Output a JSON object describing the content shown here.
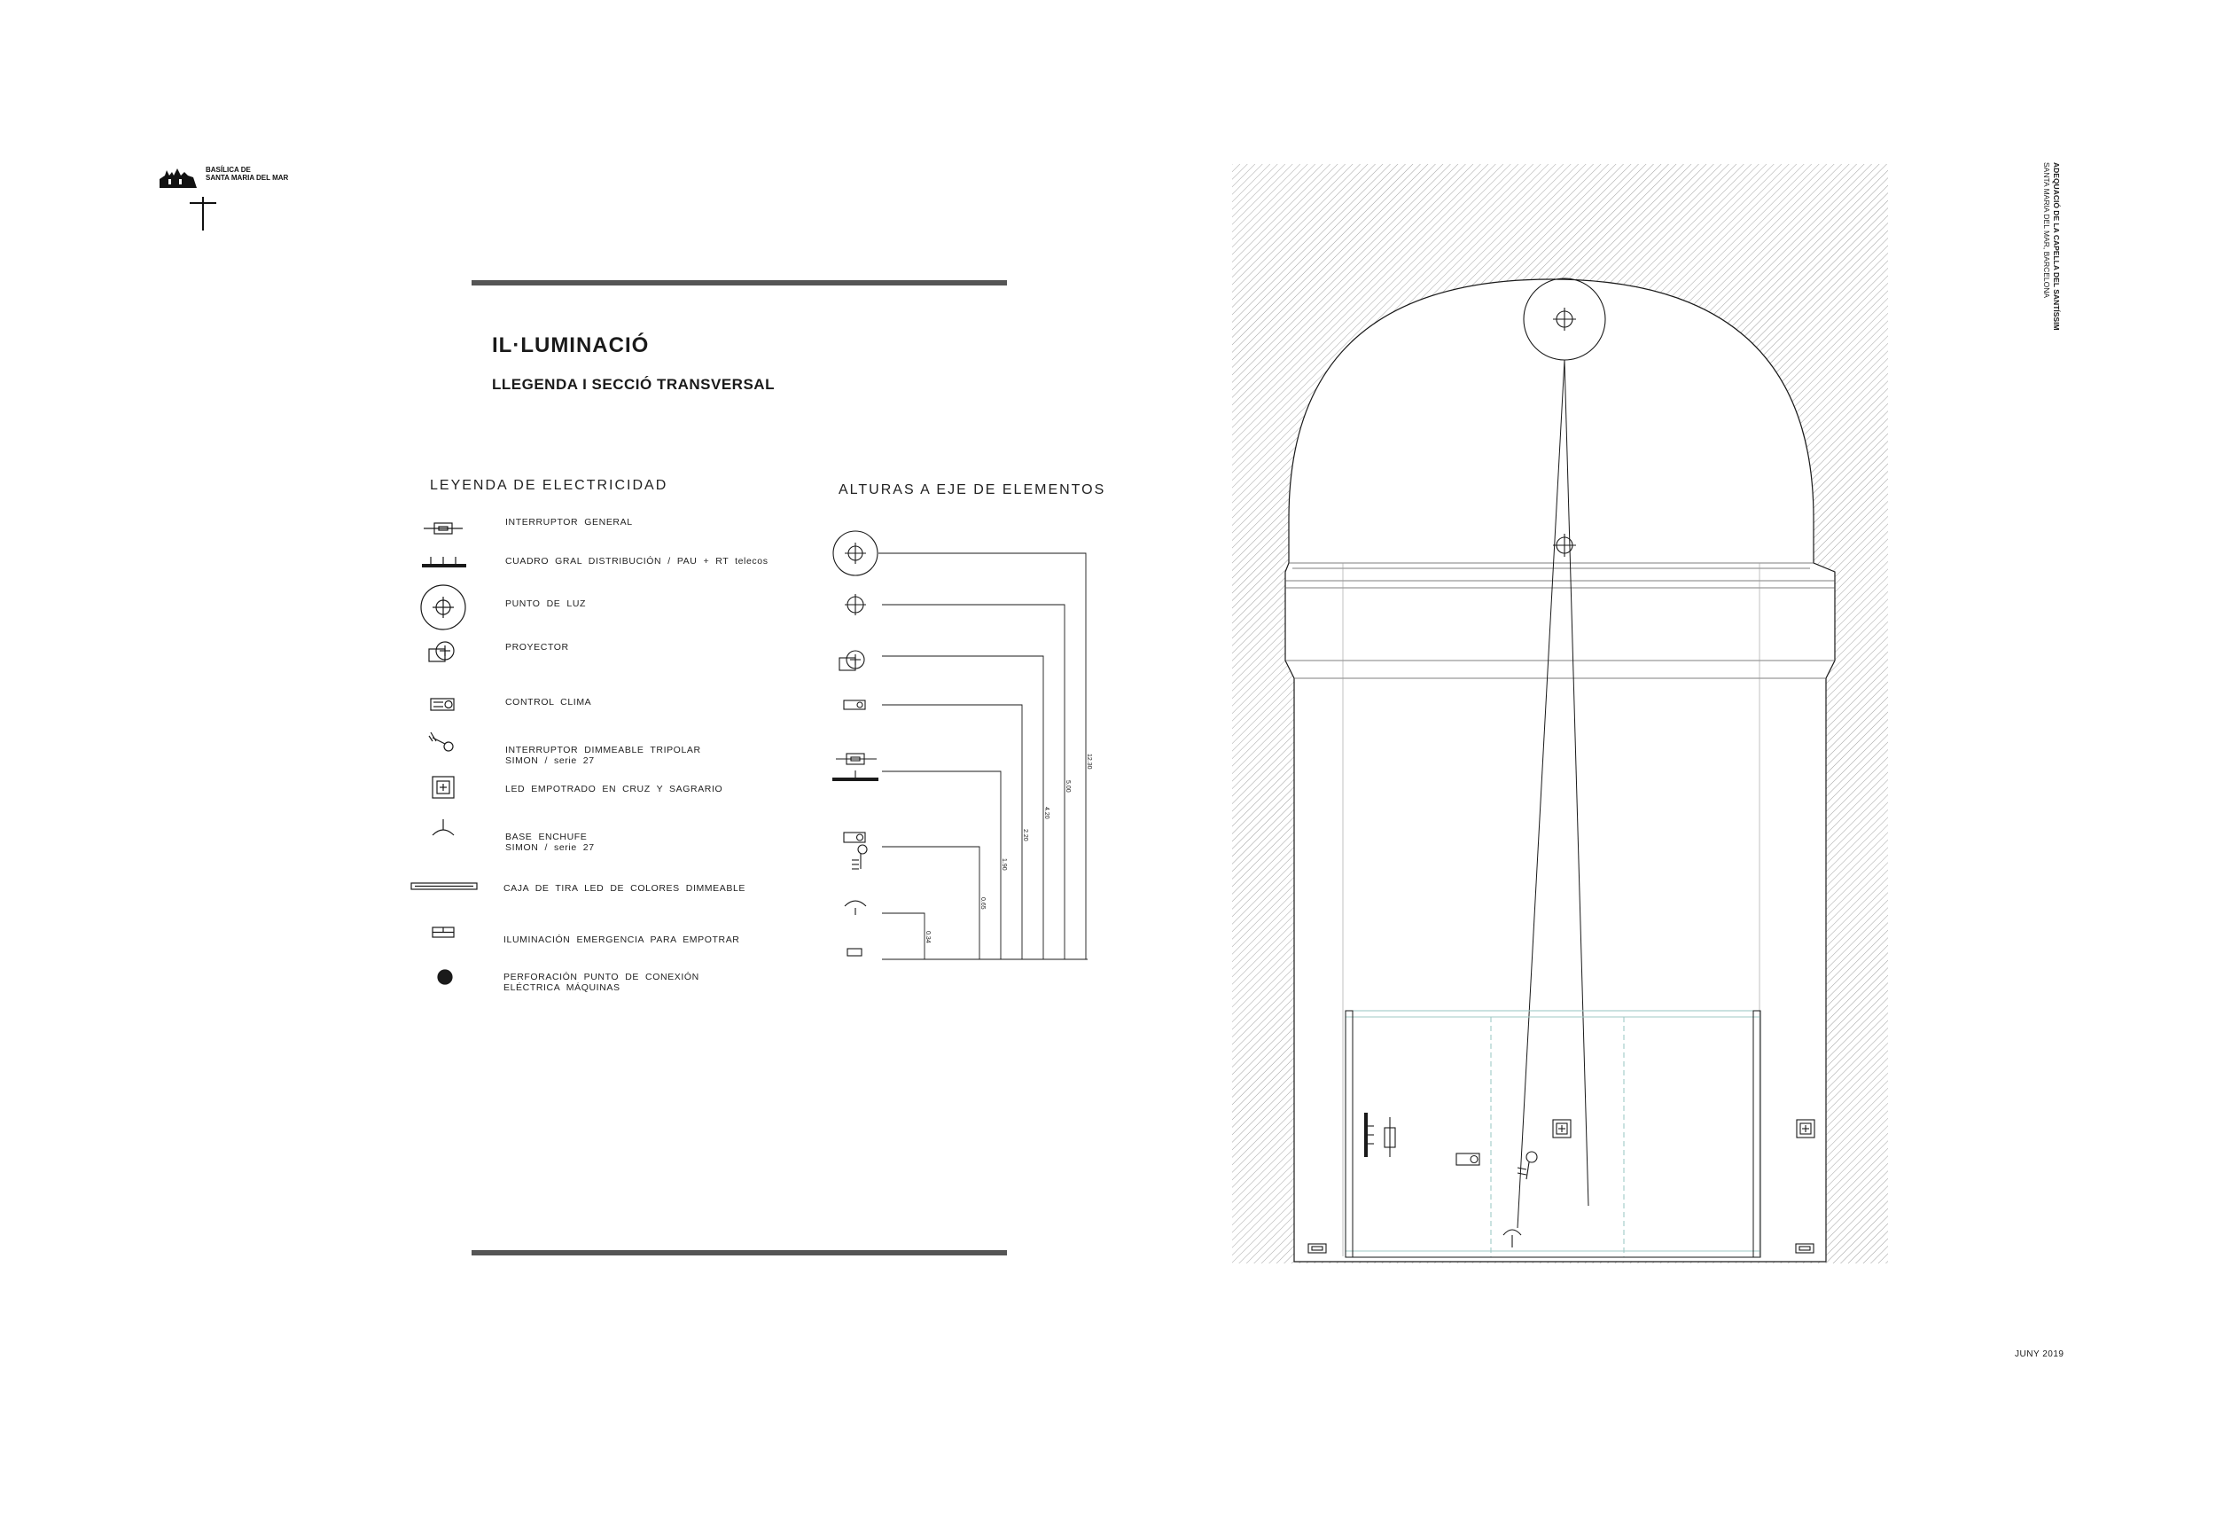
{
  "header": {
    "logo_line1": "BASÍLICA DE",
    "logo_line2": "SANTA MARIA DEL MAR"
  },
  "sheet": {
    "title": "IL·LUMINACIÓ",
    "subtitle": "LLEGENDA I SECCIÓ TRANSVERSAL",
    "side_title": "ADEQUACIÓ DE LA CAPELLA DEL SANTÍSSIM",
    "side_subtitle": "SANTA MARIA DEL MAR, BARCELONA",
    "date": "JUNY 2019"
  },
  "legend": {
    "heading": "LEYENDA DE ELECTRICIDAD",
    "items": [
      {
        "icon": "general-switch-icon",
        "label": "INTERRUPTOR  GENERAL"
      },
      {
        "icon": "distribution-board-icon",
        "label": "CUADRO  GRAL  DISTRIBUCIÓN  /  PAU  +  RT  telecos"
      },
      {
        "icon": "light-point-icon",
        "label": "PUNTO  DE  LUZ"
      },
      {
        "icon": "projector-icon",
        "label": "PROYECTOR"
      },
      {
        "icon": "climate-control-icon",
        "label": "CONTROL  CLIMA"
      },
      {
        "icon": "dimmer-switch-icon",
        "label": "INTERRUPTOR  DIMMEABLE  TRIPOLAR\nSIMON  /  serie  27"
      },
      {
        "icon": "recessed-led-icon",
        "label": "LED  EMPOTRADO  EN  CRUZ  Y  SAGRARIO"
      },
      {
        "icon": "socket-icon",
        "label": "BASE  ENCHUFE\nSIMON  /  serie  27"
      },
      {
        "icon": "led-strip-icon",
        "label": "CAJA  DE  TIRA  LED  DE  COLORES  DIMMEABLE"
      },
      {
        "icon": "emergency-light-icon",
        "label": "ILUMINACIÓN  EMERGENCIA  PARA  EMPOTRAR"
      },
      {
        "icon": "drill-point-icon",
        "label": "PERFORACIÓN  PUNTO  DE  CONEXIÓN\nELÉCTRICA  MÁQUINAS"
      }
    ]
  },
  "heights": {
    "heading": "ALTURAS A EJE DE ELEMENTOS",
    "dims": [
      "12.30",
      "5.00",
      "4.20",
      "2.20",
      "1.90",
      "0.65",
      "0.34"
    ]
  },
  "colors": {
    "ink": "#1a1a1a",
    "bar": "#555555",
    "hatch": "#8a8a8a",
    "cabinet": "#9fc9c6"
  }
}
